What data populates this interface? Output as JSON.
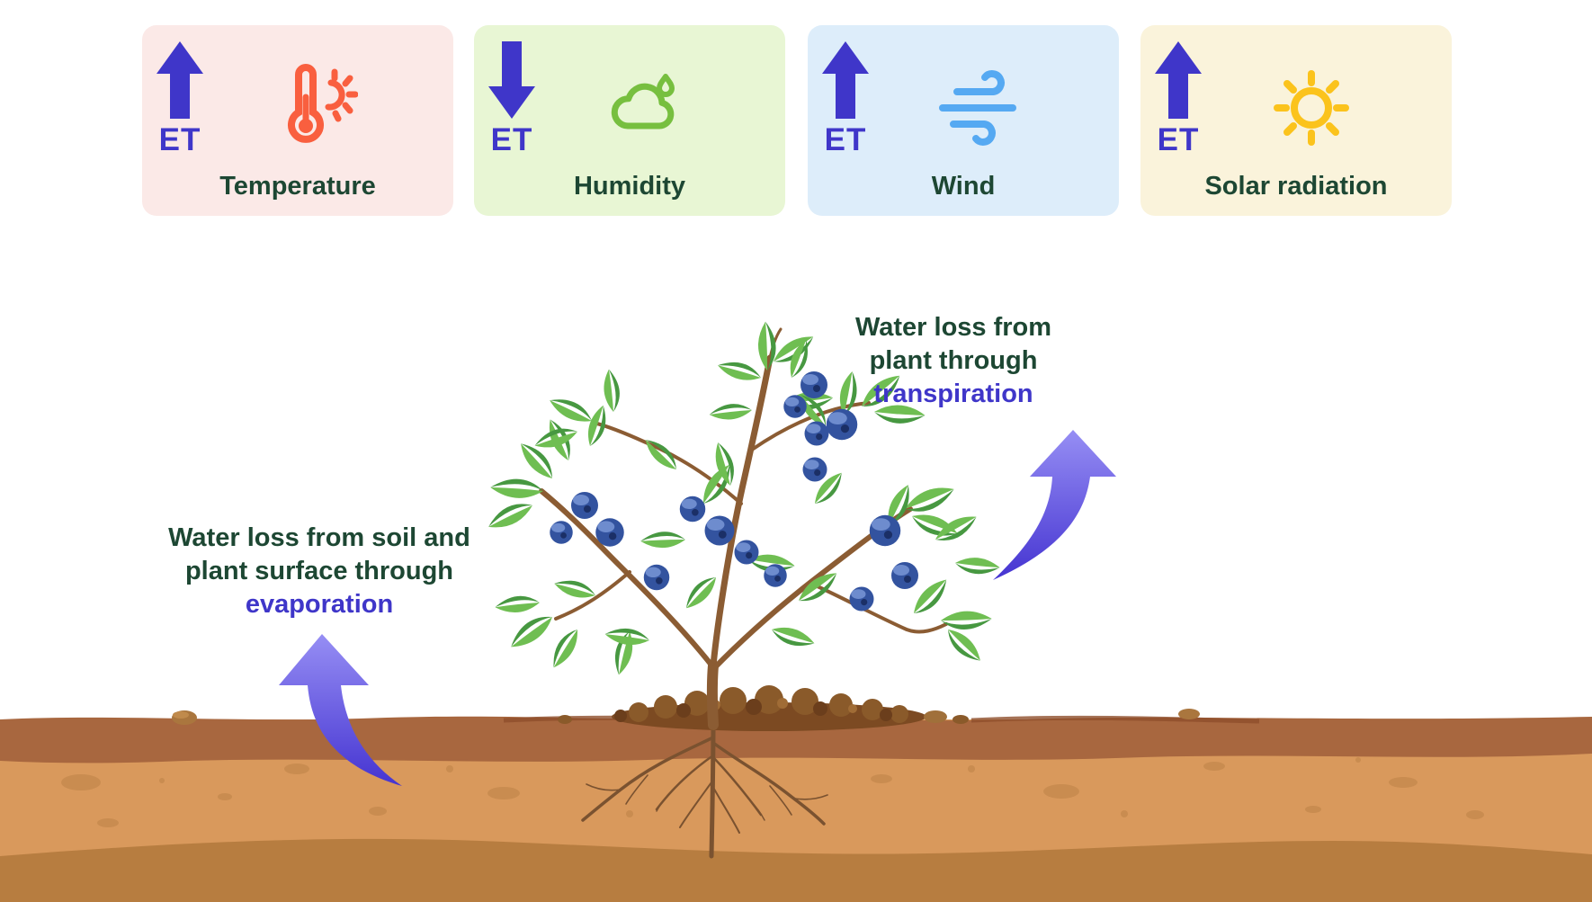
{
  "title": "Factors affecting evapotranspiration (ET) diagram",
  "cards": [
    {
      "et_label": "ET",
      "arrow": "up",
      "label": "Temperature",
      "bg": "#fbe9e7",
      "icon": "thermometer-sun-icon",
      "icon_color": "#f95f3f"
    },
    {
      "et_label": "ET",
      "arrow": "down",
      "label": "Humidity",
      "bg": "#e8f6d4",
      "icon": "cloud-droplet-icon",
      "icon_color": "#77bf3f"
    },
    {
      "et_label": "ET",
      "arrow": "up",
      "label": "Wind",
      "bg": "#ddedfa",
      "icon": "wind-icon",
      "icon_color": "#55a9f2"
    },
    {
      "et_label": "ET",
      "arrow": "up",
      "label": "Solar radiation",
      "bg": "#faf3db",
      "icon": "sun-icon",
      "icon_color": "#fbc31c"
    }
  ],
  "annotations": {
    "evaporation": {
      "line1": "Water loss from soil and",
      "line2": "plant surface through",
      "keyword": "evaporation"
    },
    "transpiration": {
      "line1": "Water loss from",
      "line2": "plant through",
      "keyword": "transpiration"
    }
  },
  "colors": {
    "et_indigo": "#3f36c9",
    "label_green": "#1d4733",
    "flow_arrow_top": "#968ef4",
    "flow_arrow_bottom": "#4534d1",
    "soil_top_band": "#a8673f",
    "soil_main": "#d9995c",
    "soil_bottom_band": "#b77d40"
  }
}
